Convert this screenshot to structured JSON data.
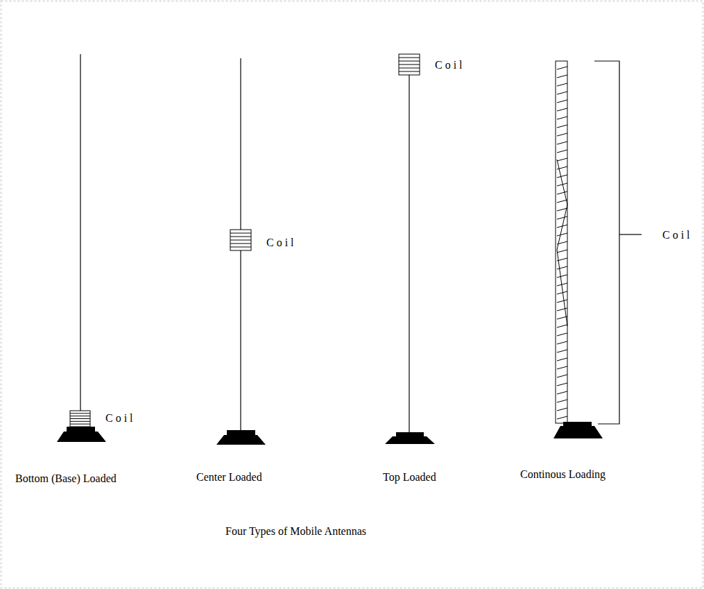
{
  "diagram": {
    "caption": "Four Types of Mobile Antennas",
    "labels": [
      "Coil",
      "Coil",
      "Coil",
      "Coil",
      "Bottom (Base) Loaded",
      "Center Loaded",
      "Top Loaded",
      "Continous Loading"
    ]
  }
}
